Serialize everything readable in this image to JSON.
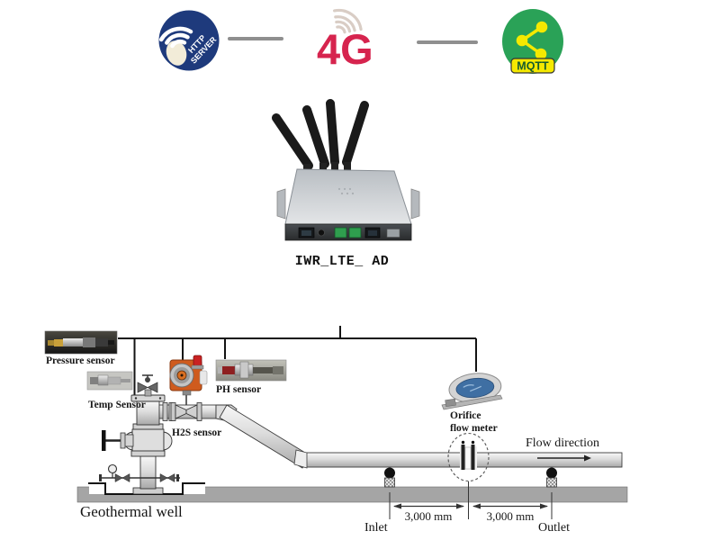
{
  "connectivity": {
    "http_server": {
      "line1": "HTTP",
      "line2": "SERVER",
      "bg_color": "#1e3a7c",
      "text_color": "#ffffff"
    },
    "cellular": {
      "label": "4G",
      "color": "#d6244e"
    },
    "mqtt": {
      "label": "MQTT",
      "bg_color": "#2aa257",
      "accent_color": "#f5e900",
      "text_color": "#155c2e"
    },
    "link_color": "#8f8f8f"
  },
  "gateway": {
    "label": "IWR_LTE_ AD"
  },
  "sensors": {
    "pressure": {
      "label": "Pressure sensor"
    },
    "temperature": {
      "label": "Temp Sensor"
    },
    "h2s": {
      "label": "H2S sensor"
    },
    "ph": {
      "label": "PH sensor"
    },
    "orifice_flow_meter": {
      "label_line1": "Orifice",
      "label_line2": "flow meter"
    }
  },
  "pipeline": {
    "well_label": "Geothermal well",
    "flow_direction_label": "Flow direction",
    "inlet_label": "Inlet",
    "outlet_label": "Outlet",
    "distance_inlet_to_meter": "3,000 mm",
    "distance_meter_to_outlet": "3,000 mm"
  }
}
